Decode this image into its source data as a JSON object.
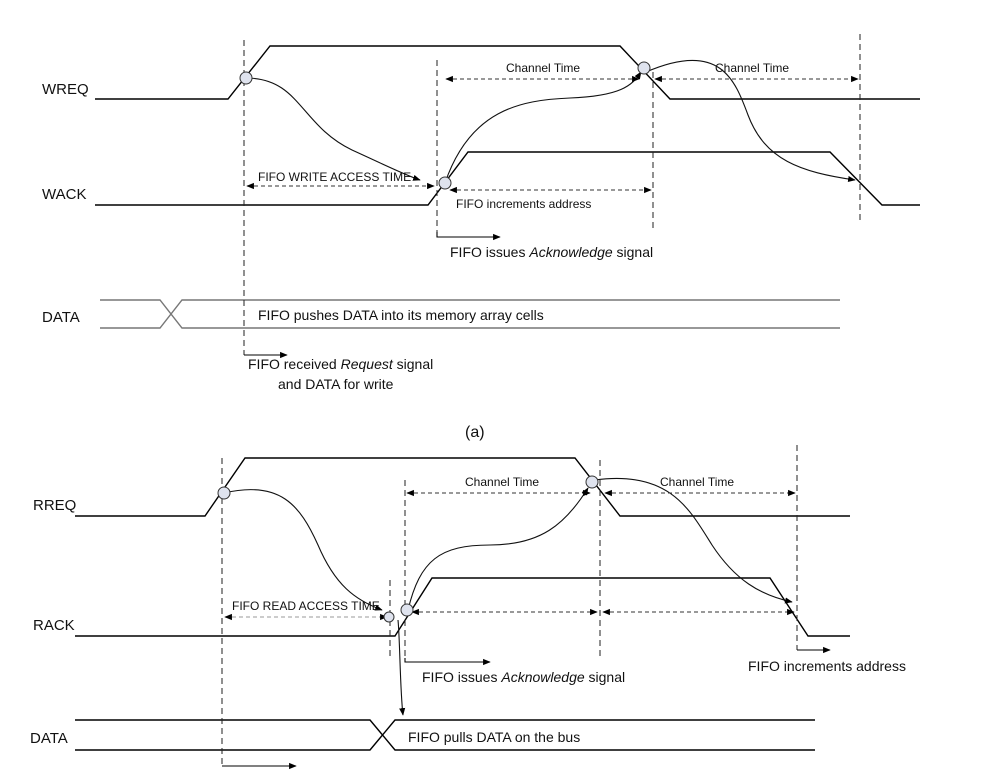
{
  "diagram_a": {
    "signals": {
      "wreq": "WREQ",
      "wack": "WACK",
      "data": "DATA"
    },
    "channel_time_1": "Channel Time",
    "channel_time_2": "Channel Time",
    "write_access_time": "FIFO WRITE ACCESS TIME",
    "increments_address": "FIFO increments address",
    "issues_ack_prefix": "FIFO issues ",
    "issues_ack_emph": "Acknowledge",
    "issues_ack_suffix": " signal",
    "pushes_data": "FIFO pushes DATA into its memory array cells",
    "received_prefix": "FIFO received ",
    "received_emph": "Request",
    "received_suffix": " signal",
    "received_line2": "and DATA for write",
    "caption": "(a)"
  },
  "diagram_b": {
    "signals": {
      "rreq": "RREQ",
      "rack": "RACK",
      "data": "DATA"
    },
    "channel_time_1": "Channel Time",
    "channel_time_2": "Channel Time",
    "read_access_time": "FIFO READ ACCESS TIME",
    "issues_ack_prefix": "FIFO issues ",
    "issues_ack_emph": "Acknowledge",
    "issues_ack_suffix": " signal",
    "increments_address": "FIFO increments address",
    "pulls_data": "FIFO pulls DATA on the bus"
  }
}
